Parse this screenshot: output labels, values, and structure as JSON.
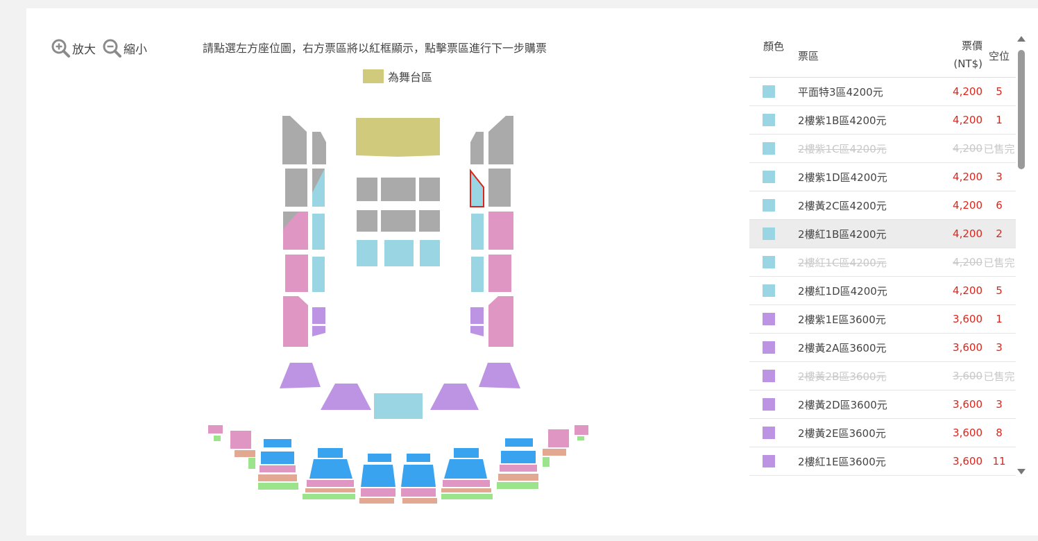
{
  "toolbar": {
    "zoom_in_label": "放大",
    "zoom_out_label": "縮小",
    "instruction": "請點選左方座位圖，右方票區將以紅框顯示，點擊票區進行下一步購票",
    "stage_legend": "為舞台區"
  },
  "colors": {
    "stage": "#cfca7c",
    "tier4200": "#99d5e2",
    "tier3600": "#bd93e4",
    "pink": "#e096c2",
    "gray": "#aaaaaa",
    "blue": "#3aa3ef",
    "green": "#9be48b",
    "salmon": "#e3a892",
    "price_red": "#d9261c"
  },
  "table": {
    "headers": {
      "color": "顏色",
      "zone": "票區",
      "price": "票價",
      "price_unit": "(NT$)",
      "seats": "空位"
    },
    "rows": [
      {
        "swatch": "#99d5e2",
        "zone": "平面特3區4200元",
        "price": "4,200",
        "seats": "5",
        "sold": false
      },
      {
        "swatch": "#99d5e2",
        "zone": "2樓紫1B區4200元",
        "price": "4,200",
        "seats": "1",
        "sold": false
      },
      {
        "swatch": "#99d5e2",
        "zone": "2樓紫1C區4200元",
        "price": "4,200",
        "seats": "已售完",
        "sold": true
      },
      {
        "swatch": "#99d5e2",
        "zone": "2樓紫1D區4200元",
        "price": "4,200",
        "seats": "3",
        "sold": false
      },
      {
        "swatch": "#99d5e2",
        "zone": "2樓黃2C區4200元",
        "price": "4,200",
        "seats": "6",
        "sold": false
      },
      {
        "swatch": "#99d5e2",
        "zone": "2樓紅1B區4200元",
        "price": "4,200",
        "seats": "2",
        "sold": false,
        "highlighted": true
      },
      {
        "swatch": "#99d5e2",
        "zone": "2樓紅1C區4200元",
        "price": "4,200",
        "seats": "已售完",
        "sold": true
      },
      {
        "swatch": "#99d5e2",
        "zone": "2樓紅1D區4200元",
        "price": "4,200",
        "seats": "5",
        "sold": false
      },
      {
        "swatch": "#bd93e4",
        "zone": "2樓紫1E區3600元",
        "price": "3,600",
        "seats": "1",
        "sold": false
      },
      {
        "swatch": "#bd93e4",
        "zone": "2樓黃2A區3600元",
        "price": "3,600",
        "seats": "3",
        "sold": false
      },
      {
        "swatch": "#bd93e4",
        "zone": "2樓黃2B區3600元",
        "price": "3,600",
        "seats": "已售完",
        "sold": true
      },
      {
        "swatch": "#bd93e4",
        "zone": "2樓黃2D區3600元",
        "price": "3,600",
        "seats": "3",
        "sold": false
      },
      {
        "swatch": "#bd93e4",
        "zone": "2樓黃2E區3600元",
        "price": "3,600",
        "seats": "8",
        "sold": false
      },
      {
        "swatch": "#bd93e4",
        "zone": "2樓紅1E區3600元",
        "price": "3,600",
        "seats": "11",
        "sold": false
      }
    ]
  }
}
